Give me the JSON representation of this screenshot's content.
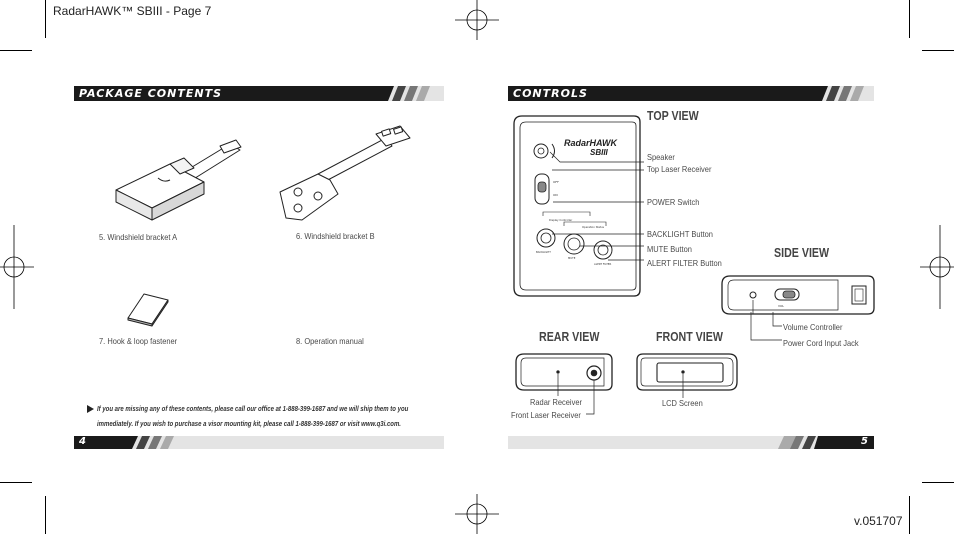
{
  "page_header": "RadarHAWK™ SBIII - Page 7",
  "version": "v.051707",
  "left": {
    "section_title": "PACKAGE CONTENTS",
    "items": [
      {
        "label": "5. Windshield bracket A"
      },
      {
        "label": "6. Windshield bracket B"
      },
      {
        "label": "7. Hook & loop fastener"
      },
      {
        "label": "8. Operation manual"
      }
    ],
    "note_line1": "If you are missing any of these contents, please call our office at 1-888-399-1687 and we will ship them to you",
    "note_line2": "immediately. If you wish to purchase a visor mounting kit, please call 1-888-399-1687 or visit www.q3i.com.",
    "page_number": "4"
  },
  "right": {
    "section_title": "CONTROLS",
    "top_view": {
      "title": "TOP VIEW",
      "brand": "RadarHAWK",
      "model": "SBIII",
      "labels": [
        "Speaker",
        "Top Laser Receiver",
        "POWER Switch",
        "BACKLIGHT Button",
        "MUTE Button",
        "ALERT FILTER Button"
      ],
      "device_text": {
        "off": "OFF",
        "on": "ON",
        "display_control": "Display Controller",
        "operation_status": "Operation Status",
        "backlight": "BACKLIGHT",
        "mute": "MUTE",
        "alert_filter": "ALERT FILTER"
      }
    },
    "side_view": {
      "title": "SIDE VIEW",
      "labels": [
        "Volume Controller",
        "Power Cord Input Jack"
      ],
      "device_text": {
        "vol": "VOL"
      }
    },
    "rear_view": {
      "title": "REAR VIEW",
      "labels": [
        "Radar Receiver",
        "Front Laser Receiver"
      ]
    },
    "front_view": {
      "title": "FRONT VIEW",
      "labels": [
        "LCD Screen"
      ]
    },
    "page_number": "5"
  }
}
